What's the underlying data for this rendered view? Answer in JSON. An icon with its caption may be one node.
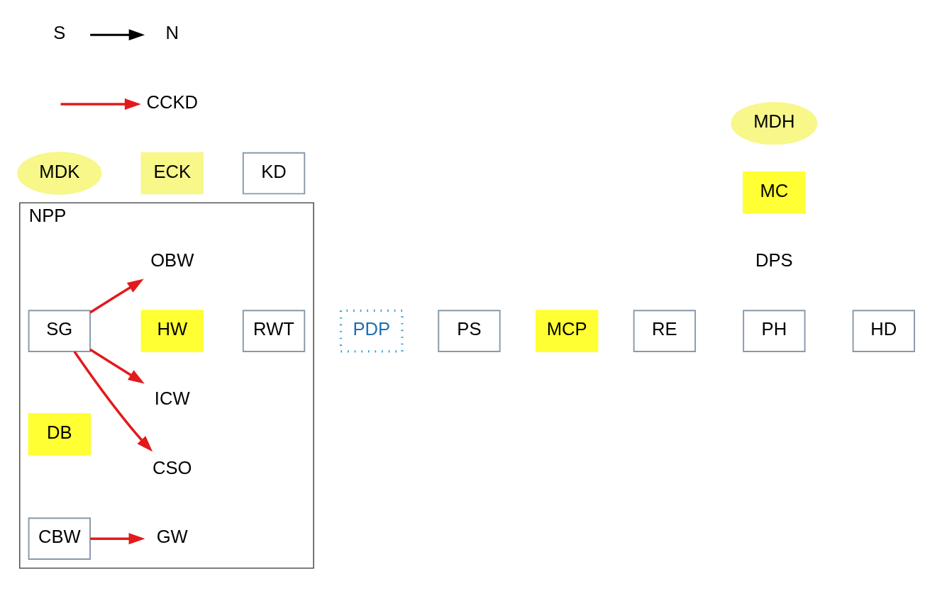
{
  "diagram": {
    "nodes": [
      {
        "text": [
          "NPP"
        ]
      },
      {
        "text": [
          "CSO"
        ],
        "in": 0
      },
      {
        "text": [
          "ICW"
        ],
        "in": 0
      },
      {
        "text": [
          "SG"
        ],
        "in": 0
      },
      {
        "text": [
          "HW"
        ],
        "in": 0
      },
      {
        "text": [
          "RWT"
        ],
        "in": 0
      },
      {
        "text": [
          "DB"
        ],
        "in": 0
      },
      {
        "text": [
          "OBW"
        ],
        "in": 0
      },
      {
        "text": [
          "CBW"
        ],
        "in": 0
      },
      {
        "text": [
          "GW"
        ],
        "in": 0
      },
      {
        "text": [
          "MDK"
        ]
      },
      {
        "text": [
          "ECK"
        ]
      },
      {
        "text": [
          "KD"
        ]
      },
      {
        "text": [
          "CCKD"
        ]
      },
      {
        "text": [
          "PDP"
        ]
      },
      {
        "text": [
          "PS"
        ]
      },
      {
        "text": [
          "MCP"
        ]
      },
      {
        "text": [
          "RE"
        ]
      },
      {
        "text": [
          "PH"
        ]
      },
      {
        "text": [
          "HD"
        ]
      },
      {
        "text": [
          "MC"
        ]
      },
      {
        "text": [
          "MDH"
        ]
      }
    ],
    "edges": [
      {
        "from": 3,
        "to": 1,
        "arrow": "to"
      },
      {
        "from": 3,
        "to": 2,
        "arrow": "to"
      },
      {
        "from": 3,
        "to": 7,
        "arrow": "to"
      },
      {
        "from": 8,
        "to": 9,
        "arrow": "to"
      },
      {
        "from": null,
        "to": 13,
        "arrow": "to"
      }
    ],
    "labels": [
      "N",
      "S",
      "DPS"
    ]
  }
}
